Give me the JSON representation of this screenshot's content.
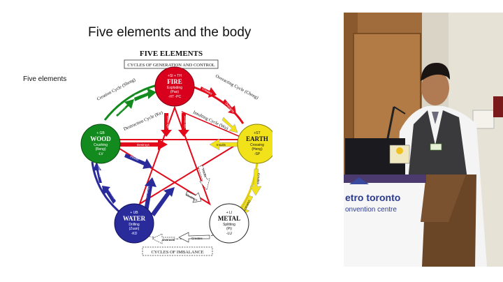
{
  "slide": {
    "title": "Five elements and the body",
    "side_label": "Five elements"
  },
  "diagram": {
    "title": "FIVE ELEMENTS",
    "subtitle": "CYCLES OF GENERATION AND CONTROL",
    "footer": "CYCLES OF IMBALANCE",
    "cycle_labels": {
      "creation": "Creation Cycle (Sheng)",
      "overacting": "Overacting Cycle (Cheng)",
      "destruction": "Destruction Cycle (Ke)",
      "insulting": "Insulting Cycle (Wu)"
    },
    "elements": {
      "fire": {
        "top": "+SI  + TH",
        "name": "FIRE",
        "action": "Exploding",
        "pinyin": "(Pao)",
        "organs": "-HT   -PC",
        "color": "#d8001c"
      },
      "earth": {
        "top": "+ST",
        "name": "EARTH",
        "action": "Crossing",
        "pinyin": "(Heng)",
        "organs": "-SP",
        "color": "#f2e21a"
      },
      "metal": {
        "top": "+ LI",
        "name": "METAL",
        "action": "Splitting",
        "pinyin": "(Pi)",
        "organs": "-LU",
        "color": "#ffffff"
      },
      "water": {
        "top": "+ UB",
        "name": "WATER",
        "action": "Drilling",
        "pinyin": "(Zuan)",
        "organs": "-KD",
        "color": "#2a2b9b"
      },
      "wood": {
        "top": "+ GB",
        "name": "WOOD",
        "action": "Crushing",
        "pinyin": "(Beng)",
        "organs": "-LV",
        "color": "#138a1e"
      }
    },
    "arrow_labels": {
      "creates": "Creates",
      "overacts": "Overacts",
      "destroys": "Destroys",
      "insults": "Insults"
    }
  },
  "video": {
    "banner_line1": "etro toronto",
    "banner_line2": "onvention centre"
  },
  "colors": {
    "fire": "#d8001c",
    "earth": "#f2e21a",
    "water": "#2a2b9b",
    "wood": "#138a1e"
  }
}
